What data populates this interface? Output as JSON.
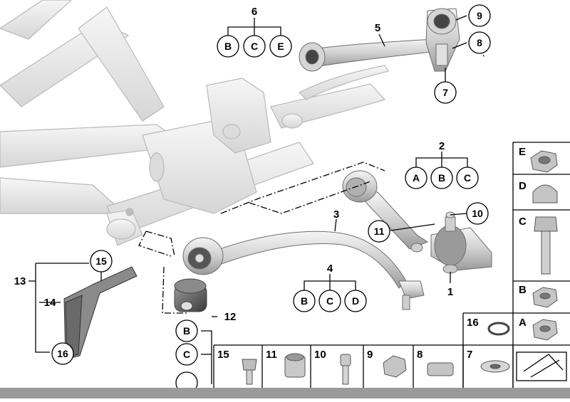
{
  "callouts": {
    "n1": "1",
    "n2": "2",
    "n3": "3",
    "n4": "4",
    "n5": "5",
    "n6": "6",
    "n7": "7",
    "n8": "8",
    "n9": "9",
    "n10": "10",
    "n11": "11",
    "n12": "12",
    "n13": "13",
    "n14": "14",
    "n15": "15",
    "n16": "16"
  },
  "group6_letters": [
    "B",
    "C",
    "E"
  ],
  "group2_letters": [
    "A",
    "B",
    "C"
  ],
  "group4_letters": [
    "B",
    "C",
    "D"
  ],
  "group12_letters": [
    "B",
    "C"
  ],
  "side_panel_labels": [
    "E",
    "D",
    "C",
    "B",
    "A"
  ],
  "bottom_row_labels": [
    "16",
    "15",
    "11",
    "10",
    "9",
    "8",
    "7"
  ]
}
